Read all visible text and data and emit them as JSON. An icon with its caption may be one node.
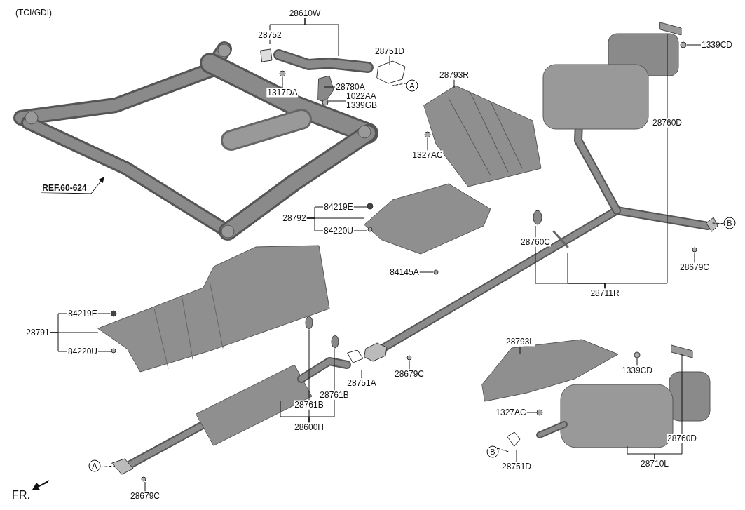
{
  "diagram": {
    "nodes": [
      {
        "text": [
          "28610W"
        ]
      },
      {
        "text": [
          "28752"
        ]
      },
      {
        "text": [
          "28751D"
        ]
      },
      {
        "text": [
          "A"
        ]
      },
      {
        "text": [
          "28780A"
        ]
      },
      {
        "text": [
          "1317DA"
        ]
      },
      {
        "text": [
          "1022AA",
          "1339GB"
        ]
      },
      {
        "text": [
          "28793R"
        ]
      },
      {
        "text": [
          "1327AC"
        ]
      },
      {
        "text": [
          "REF.60-624"
        ]
      },
      {
        "text": [
          "84219E"
        ]
      },
      {
        "text": [
          "28792"
        ]
      },
      {
        "text": [
          "84220U"
        ]
      },
      {
        "text": [
          "84145A"
        ]
      },
      {
        "text": [
          "1339CD"
        ]
      },
      {
        "text": [
          "28760D"
        ]
      },
      {
        "text": [
          "28760C"
        ]
      },
      {
        "text": [
          "28679C"
        ]
      },
      {
        "text": [
          "B"
        ]
      },
      {
        "text": [
          "28711R"
        ]
      },
      {
        "text": [
          "84219E"
        ]
      },
      {
        "text": [
          "28791"
        ]
      },
      {
        "text": [
          "84220U"
        ]
      },
      {
        "text": [
          "28761B"
        ]
      },
      {
        "text": [
          "28761B"
        ]
      },
      {
        "text": [
          "28751A"
        ]
      },
      {
        "text": [
          "28679C"
        ]
      },
      {
        "text": [
          "28600H"
        ]
      },
      {
        "text": [
          "28793L"
        ]
      },
      {
        "text": [
          "1339CD"
        ]
      },
      {
        "text": [
          "1327AC"
        ]
      },
      {
        "text": [
          "B"
        ]
      },
      {
        "text": [
          "28751D"
        ]
      },
      {
        "text": [
          "28760D"
        ]
      },
      {
        "text": [
          "28710L"
        ]
      },
      {
        "text": [
          "A"
        ]
      },
      {
        "text": [
          "28679C"
        ]
      }
    ],
    "edges": [
      {
        "from": 0,
        "to": null,
        "arrow": "none"
      },
      {
        "from": 0,
        "to": 1,
        "arrow": "none"
      },
      {
        "from": 1,
        "to": null,
        "arrow": "none"
      },
      {
        "from": 2,
        "to": null,
        "arrow": "none"
      },
      {
        "from": 3,
        "to": null,
        "arrow": "none",
        "style": "dashed"
      },
      {
        "from": 4,
        "to": null,
        "arrow": "none"
      },
      {
        "from": 5,
        "to": null,
        "arrow": "none"
      },
      {
        "from": 6,
        "to": null,
        "arrow": "none"
      },
      {
        "from": 7,
        "to": null,
        "arrow": "none"
      },
      {
        "from": 8,
        "to": null,
        "arrow": "none"
      },
      {
        "from": 9,
        "to": null,
        "arrow": "to"
      },
      {
        "from": 10,
        "to": null,
        "arrow": "none"
      },
      {
        "from": 11,
        "to": null,
        "arrow": "none"
      },
      {
        "from": 11,
        "to": 10,
        "arrow": "none"
      },
      {
        "from": 11,
        "to": 12,
        "arrow": "none"
      },
      {
        "from": 12,
        "to": null,
        "arrow": "none"
      },
      {
        "from": 13,
        "to": null,
        "arrow": "none"
      },
      {
        "from": 14,
        "to": null,
        "arrow": "none"
      },
      {
        "from": 15,
        "to": null,
        "arrow": "none"
      },
      {
        "from": 16,
        "to": null,
        "arrow": "none"
      },
      {
        "from": 17,
        "to": null,
        "arrow": "none"
      },
      {
        "from": 18,
        "to": null,
        "arrow": "none",
        "style": "dashed"
      },
      {
        "from": 19,
        "to": 16,
        "arrow": "none"
      },
      {
        "from": 19,
        "to": null,
        "arrow": "none"
      },
      {
        "from": 19,
        "to": 15,
        "arrow": "none"
      },
      {
        "from": 20,
        "to": null,
        "arrow": "none"
      },
      {
        "from": 21,
        "to": null,
        "arrow": "none"
      },
      {
        "from": 21,
        "to": 20,
        "arrow": "none"
      },
      {
        "from": 21,
        "to": 22,
        "arrow": "none"
      },
      {
        "from": 22,
        "to": null,
        "arrow": "none"
      },
      {
        "from": 23,
        "to": null,
        "arrow": "none"
      },
      {
        "from": 24,
        "to": null,
        "arrow": "none"
      },
      {
        "from": 25,
        "to": null,
        "arrow": "none"
      },
      {
        "from": 26,
        "to": null,
        "arrow": "none"
      },
      {
        "from": 27,
        "to": null,
        "arrow": "none"
      },
      {
        "from": 27,
        "to": 23,
        "arrow": "none"
      },
      {
        "from": 27,
        "to": 24,
        "arrow": "none"
      },
      {
        "from": 28,
        "to": null,
        "arrow": "none"
      },
      {
        "from": 29,
        "to": null,
        "arrow": "none"
      },
      {
        "from": 30,
        "to": null,
        "arrow": "none"
      },
      {
        "from": 31,
        "to": null,
        "arrow": "none",
        "style": "dashed"
      },
      {
        "from": 32,
        "to": null,
        "arrow": "none"
      },
      {
        "from": 33,
        "to": null,
        "arrow": "none"
      },
      {
        "from": 34,
        "to": null,
        "arrow": "none"
      },
      {
        "from": 34,
        "to": 33,
        "arrow": "none"
      },
      {
        "from": 35,
        "to": null,
        "arrow": "none",
        "style": "dashed"
      },
      {
        "from": 36,
        "to": null,
        "arrow": "none"
      }
    ],
    "labels": [
      "(TCI/GDI)",
      "FR."
    ]
  }
}
